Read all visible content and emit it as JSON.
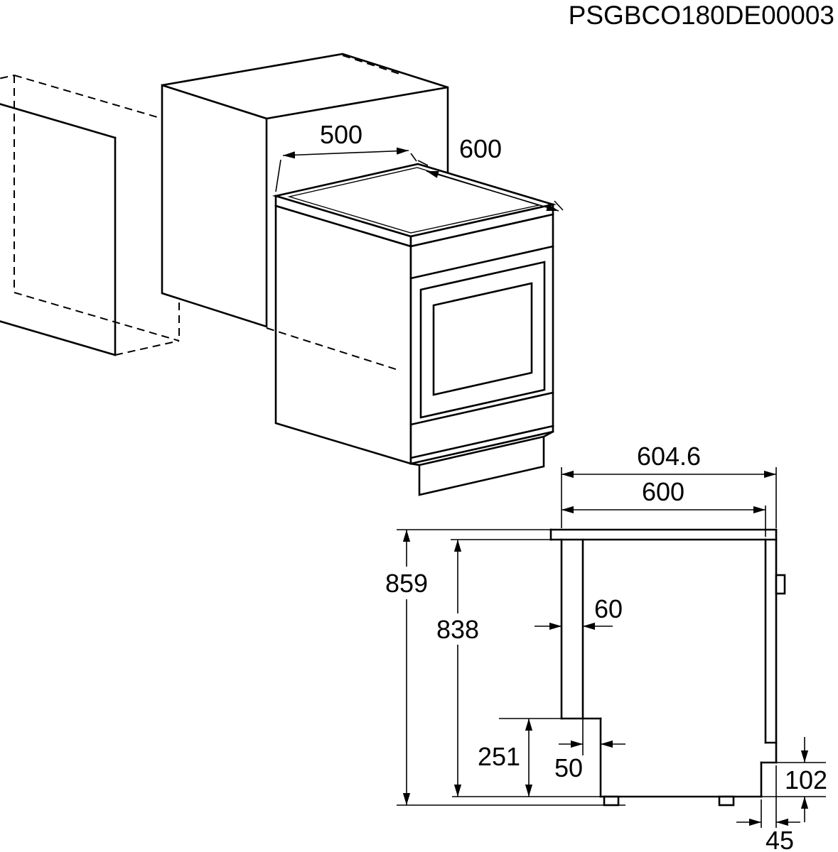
{
  "page": {
    "title": "PSGBCO180DE00003"
  },
  "isometric_view": {
    "dims": {
      "depth": "500",
      "width": "600"
    }
  },
  "side_view": {
    "dims": {
      "overall_depth": "604.6",
      "depth": "600",
      "overall_height": "859",
      "height": "838",
      "back_clearance": "60",
      "lower_back_height": "251",
      "lower_back_depth": "50",
      "plinth_height": "102",
      "plinth_depth": "45"
    }
  }
}
